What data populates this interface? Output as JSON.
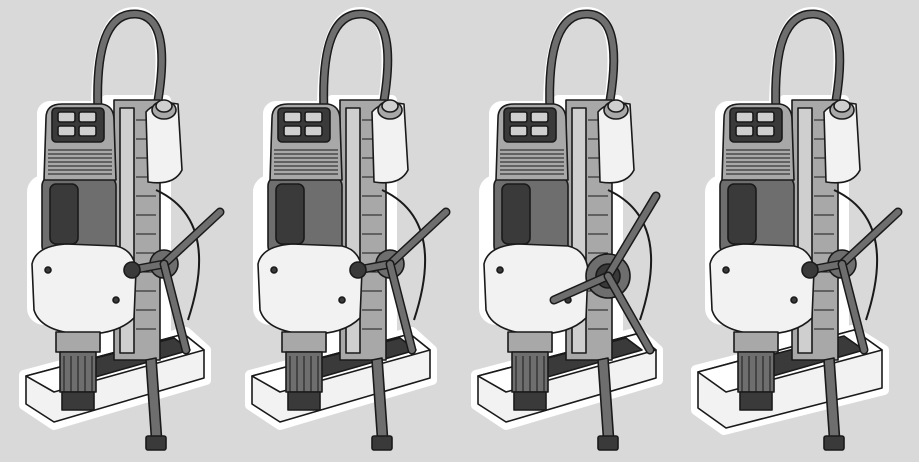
{
  "figure": {
    "background": "#d9d9d9",
    "outline_color": "#ffffff",
    "stroke_color": "#1a1a1a",
    "colors": {
      "body_dark": "#3a3a3a",
      "body_mid": "#6e6e6e",
      "body_light": "#a8a8a8",
      "body_lighter": "#cfcfcf",
      "plastic_white": "#f2f2f2"
    },
    "drills": [
      {
        "variant": "magnetic-core-drill-1",
        "feed_handle": "right-side",
        "base": "short-base"
      },
      {
        "variant": "magnetic-core-drill-2",
        "feed_handle": "right-side",
        "base": "short-base"
      },
      {
        "variant": "magnetic-core-drill-3",
        "feed_handle": "front-wheel-cross",
        "base": "short-base"
      },
      {
        "variant": "magnetic-core-drill-4",
        "feed_handle": "right-side",
        "base": "long-base"
      }
    ]
  }
}
